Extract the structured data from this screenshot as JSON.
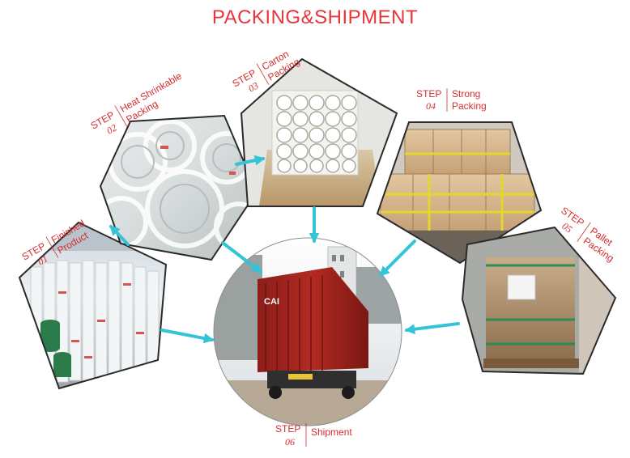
{
  "title": "PACKING&SHIPMENT",
  "colors": {
    "accent_red": "#d62e2e",
    "title_red": "#e8353b",
    "arrow_cyan": "#35c3d8",
    "outline": "#2b2b2b"
  },
  "steps": [
    {
      "step": "STEP",
      "num": "01",
      "line1": "Finished",
      "line2": "Product",
      "photo": "clear-tape-rolls-factory-photo"
    },
    {
      "step": "STEP",
      "num": "02",
      "line1": "Heat Shrinkable",
      "line2": "Packing",
      "photo": "shrink-wrapped-tape-rolls-photo"
    },
    {
      "step": "STEP",
      "num": "03",
      "line1": "Carton",
      "line2": "Packing",
      "photo": "tape-rolls-in-carton-photo"
    },
    {
      "step": "STEP",
      "num": "04",
      "line1": "Strong",
      "line2": "Packing",
      "photo": "strapped-cartons-photo"
    },
    {
      "step": "STEP",
      "num": "05",
      "line1": "Pallet",
      "line2": "Packing",
      "photo": "palletized-cartons-photo"
    },
    {
      "step": "STEP",
      "num": "06",
      "line1": "Shipment",
      "line2": "",
      "photo": "shipping-container-truck-photo"
    }
  ],
  "container_text": "CAI"
}
